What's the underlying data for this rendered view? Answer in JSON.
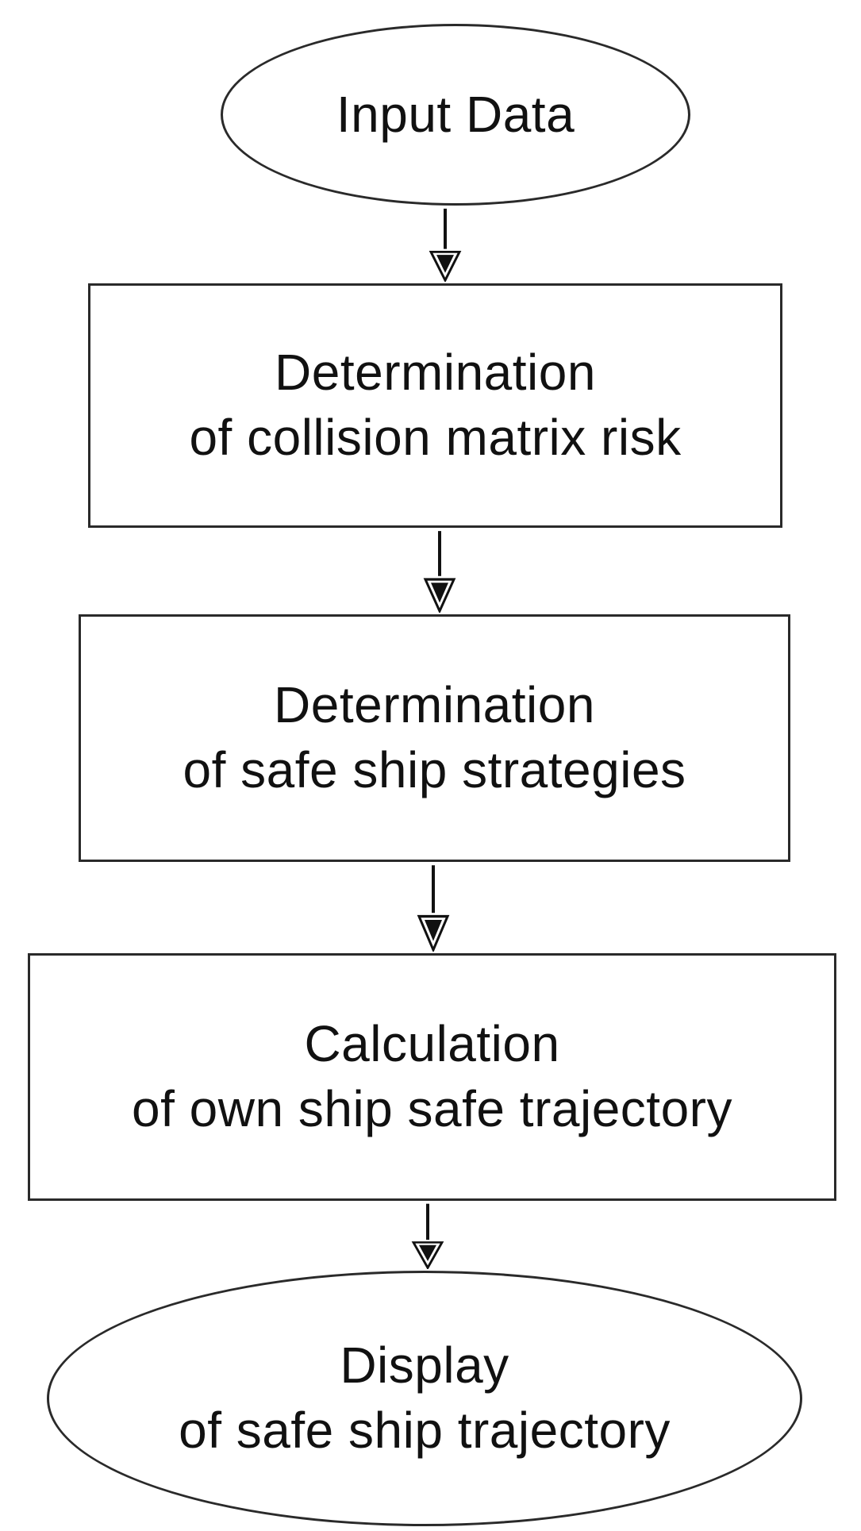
{
  "flowchart": {
    "colors": {
      "stroke": "#2a2a2a",
      "text": "#111111",
      "background": "#ffffff"
    },
    "nodes": [
      {
        "shape": "ellipse",
        "lines": [
          "Input Data"
        ]
      },
      {
        "shape": "rect",
        "lines": [
          "Determination",
          "of collision matrix risk"
        ]
      },
      {
        "shape": "rect",
        "lines": [
          "Determination",
          "of safe ship strategies"
        ]
      },
      {
        "shape": "rect",
        "lines": [
          "Calculation",
          "of own ship safe trajectory"
        ]
      },
      {
        "shape": "ellipse",
        "lines": [
          "Display",
          "of safe ship trajectory"
        ]
      }
    ]
  }
}
